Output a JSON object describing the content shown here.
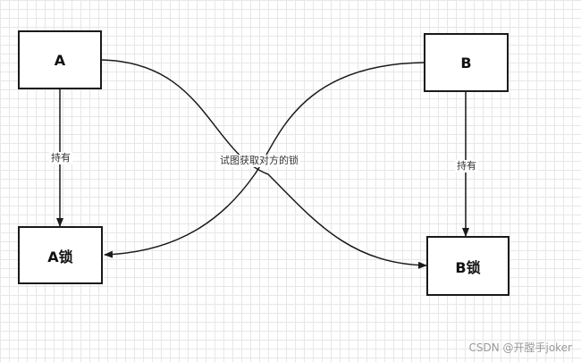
{
  "nodes": {
    "a": "A",
    "b": "B",
    "lock_a": "A锁",
    "lock_b": "B锁"
  },
  "edges": {
    "a_holds": "持有",
    "b_holds": "持有",
    "try_acquire": "试图获取对方的锁"
  },
  "watermark": "CSDN @开膛手joker"
}
